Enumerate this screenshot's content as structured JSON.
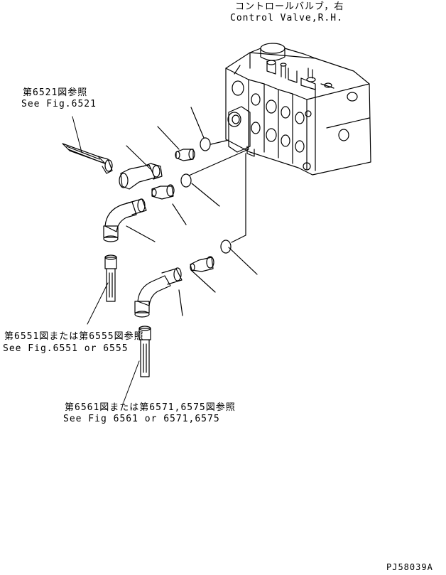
{
  "labels": {
    "control_valve_jp": "コントロールバルブ，右",
    "control_valve_en": "Control Valve,R.H.",
    "ref_6521_jp": "第6521図参照",
    "ref_6521_en": "See Fig.6521",
    "ref_6551_jp": "第6551図または第6555図参照",
    "ref_6551_en": "See Fig.6551 or 6555",
    "ref_6561_jp": "第6561図または第6571,6575図参照",
    "ref_6561_en": "See Fig 6561 or 6571,6575",
    "drawing_code": "PJ58039A"
  }
}
